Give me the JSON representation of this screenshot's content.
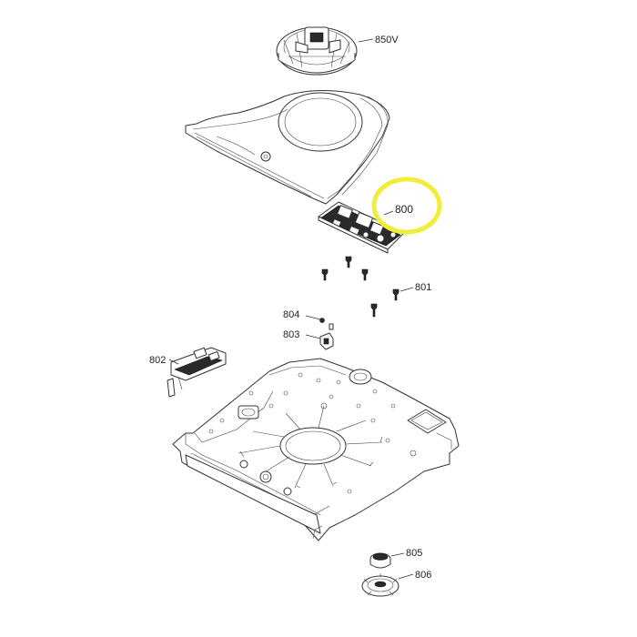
{
  "labels": {
    "fan": "850V",
    "board": "800",
    "screws": "801",
    "switch": "802",
    "bracket": "803",
    "pin": "804",
    "knob_cap": "805",
    "knob_base": "806"
  },
  "highlight_color": "#f2ec3a"
}
